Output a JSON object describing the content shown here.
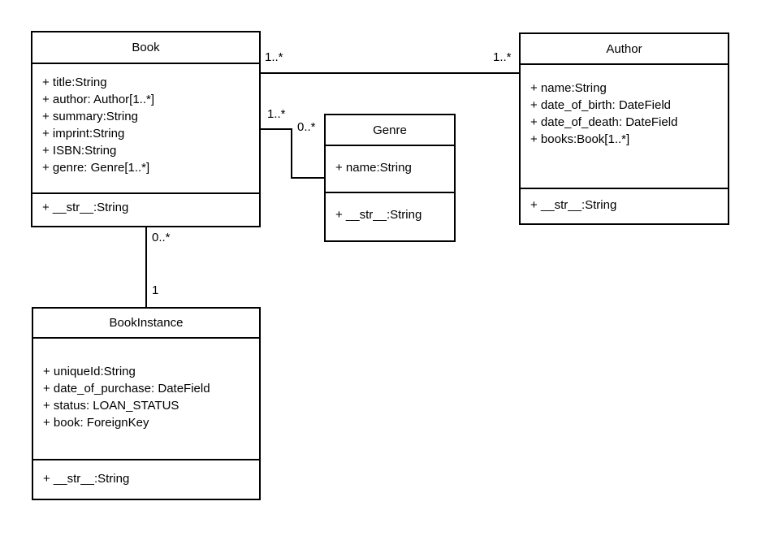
{
  "diagram": {
    "type": "uml-class-diagram",
    "colors": {
      "background": "#ffffff",
      "line": "#000000",
      "text": "#000000",
      "box_fill": "#ffffff"
    },
    "classes": [
      {
        "name": "Book",
        "attributes": [
          "+ title:String",
          "+ author: Author[1..*]",
          "+ summary:String",
          "+ imprint:String",
          "+ ISBN:String",
          "+ genre: Genre[1..*]"
        ],
        "methods": [
          "+ __str__:String"
        ]
      },
      {
        "name": "Author",
        "attributes": [
          "+ name:String",
          "+ date_of_birth: DateField",
          "+ date_of_death: DateField",
          "+ books:Book[1..*]"
        ],
        "methods": [
          "+ __str__:String"
        ]
      },
      {
        "name": "Genre",
        "attributes": [
          "+ name:String"
        ],
        "methods": [
          "+ __str__:String"
        ]
      },
      {
        "name": "BookInstance",
        "attributes": [
          "+ uniqueId:String",
          "+ date_of_purchase: DateField",
          "+ status: LOAN_STATUS",
          "+ book: ForeignKey"
        ],
        "methods": [
          "+ __str__:String"
        ]
      }
    ],
    "connections": [
      {
        "from": "Book",
        "to": "Author",
        "from_multiplicity": "1..*",
        "to_multiplicity": "1..*"
      },
      {
        "from": "Book",
        "to": "Genre",
        "from_multiplicity": "1..*",
        "to_multiplicity": "0..*"
      },
      {
        "from": "Book",
        "to": "BookInstance",
        "from_multiplicity": "0..*",
        "to_multiplicity": "1"
      }
    ]
  }
}
